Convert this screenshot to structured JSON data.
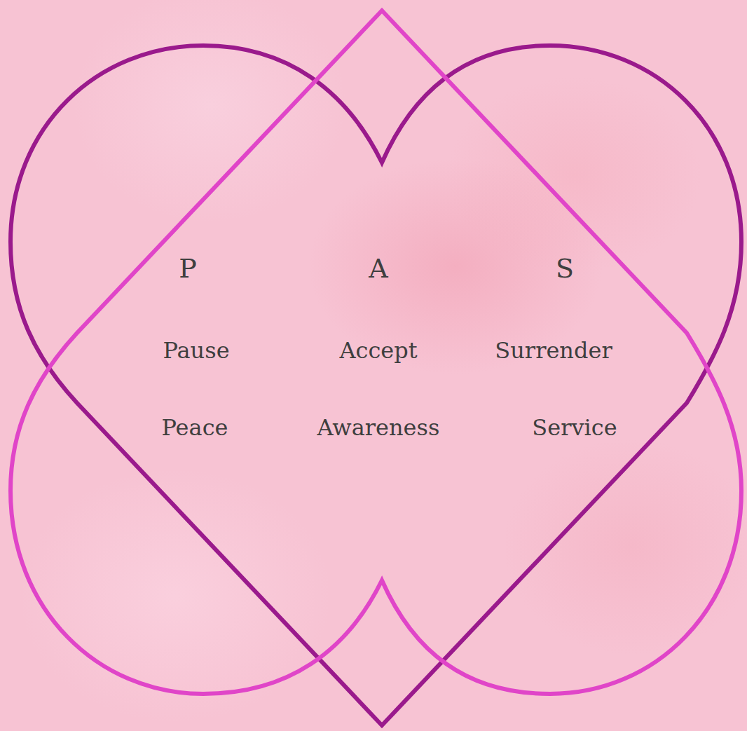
{
  "diagram": {
    "labels": [
      "P",
      "A",
      "S",
      "Pause",
      "Accept",
      "Surrender",
      "Peace",
      "Awareness",
      "Service"
    ]
  }
}
